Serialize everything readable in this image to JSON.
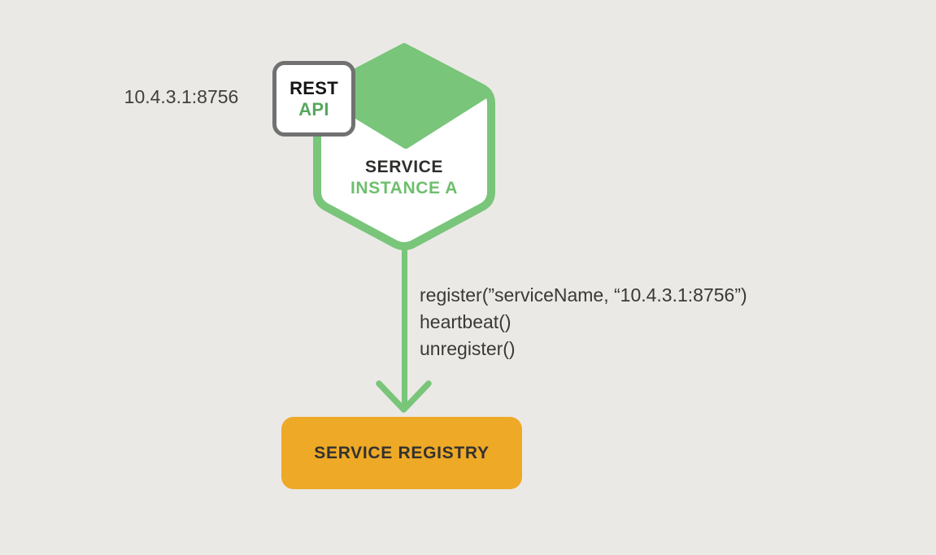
{
  "colors": {
    "background": "#EBE9E6",
    "hexagon_green": "#79C57A",
    "api_text_green": "#57A85D",
    "instance_text_green": "#6FBE6E",
    "registry_orange": "#EEA927",
    "badge_border_gray": "#717171",
    "dark_text": "#3A3936"
  },
  "diagram": {
    "ip_label": "10.4.3.1:8756",
    "badge": {
      "line1": "REST",
      "line2": "API"
    },
    "service_instance": {
      "line1": "SERVICE",
      "line2": "INSTANCE A"
    },
    "api_calls": [
      "register(”serviceName, “10.4.3.1:8756”)",
      "heartbeat()",
      "unregister()"
    ],
    "registry_label": "SERVICE REGISTRY"
  }
}
